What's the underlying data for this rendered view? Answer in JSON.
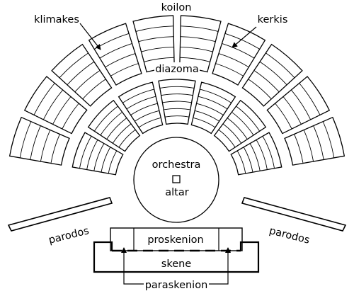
{
  "labels": {
    "koilon": "koilon",
    "klimakes": "klimakes",
    "kerkis": "kerkis",
    "diazoma": "diazoma",
    "orchestra": "orchestra",
    "altar": "altar",
    "parodos_left": "parodos",
    "parodos_right": "parodos",
    "proskenion": "proskenion",
    "skene": "skene",
    "paraskenion": "paraskenion"
  },
  "theater": {
    "lower_wedge_count": 7,
    "upper_wedge_count": 10,
    "lower_tier_rows": 6,
    "upper_tier_rows": 5
  },
  "colors": {
    "stroke": "#000000",
    "background": "#ffffff"
  }
}
